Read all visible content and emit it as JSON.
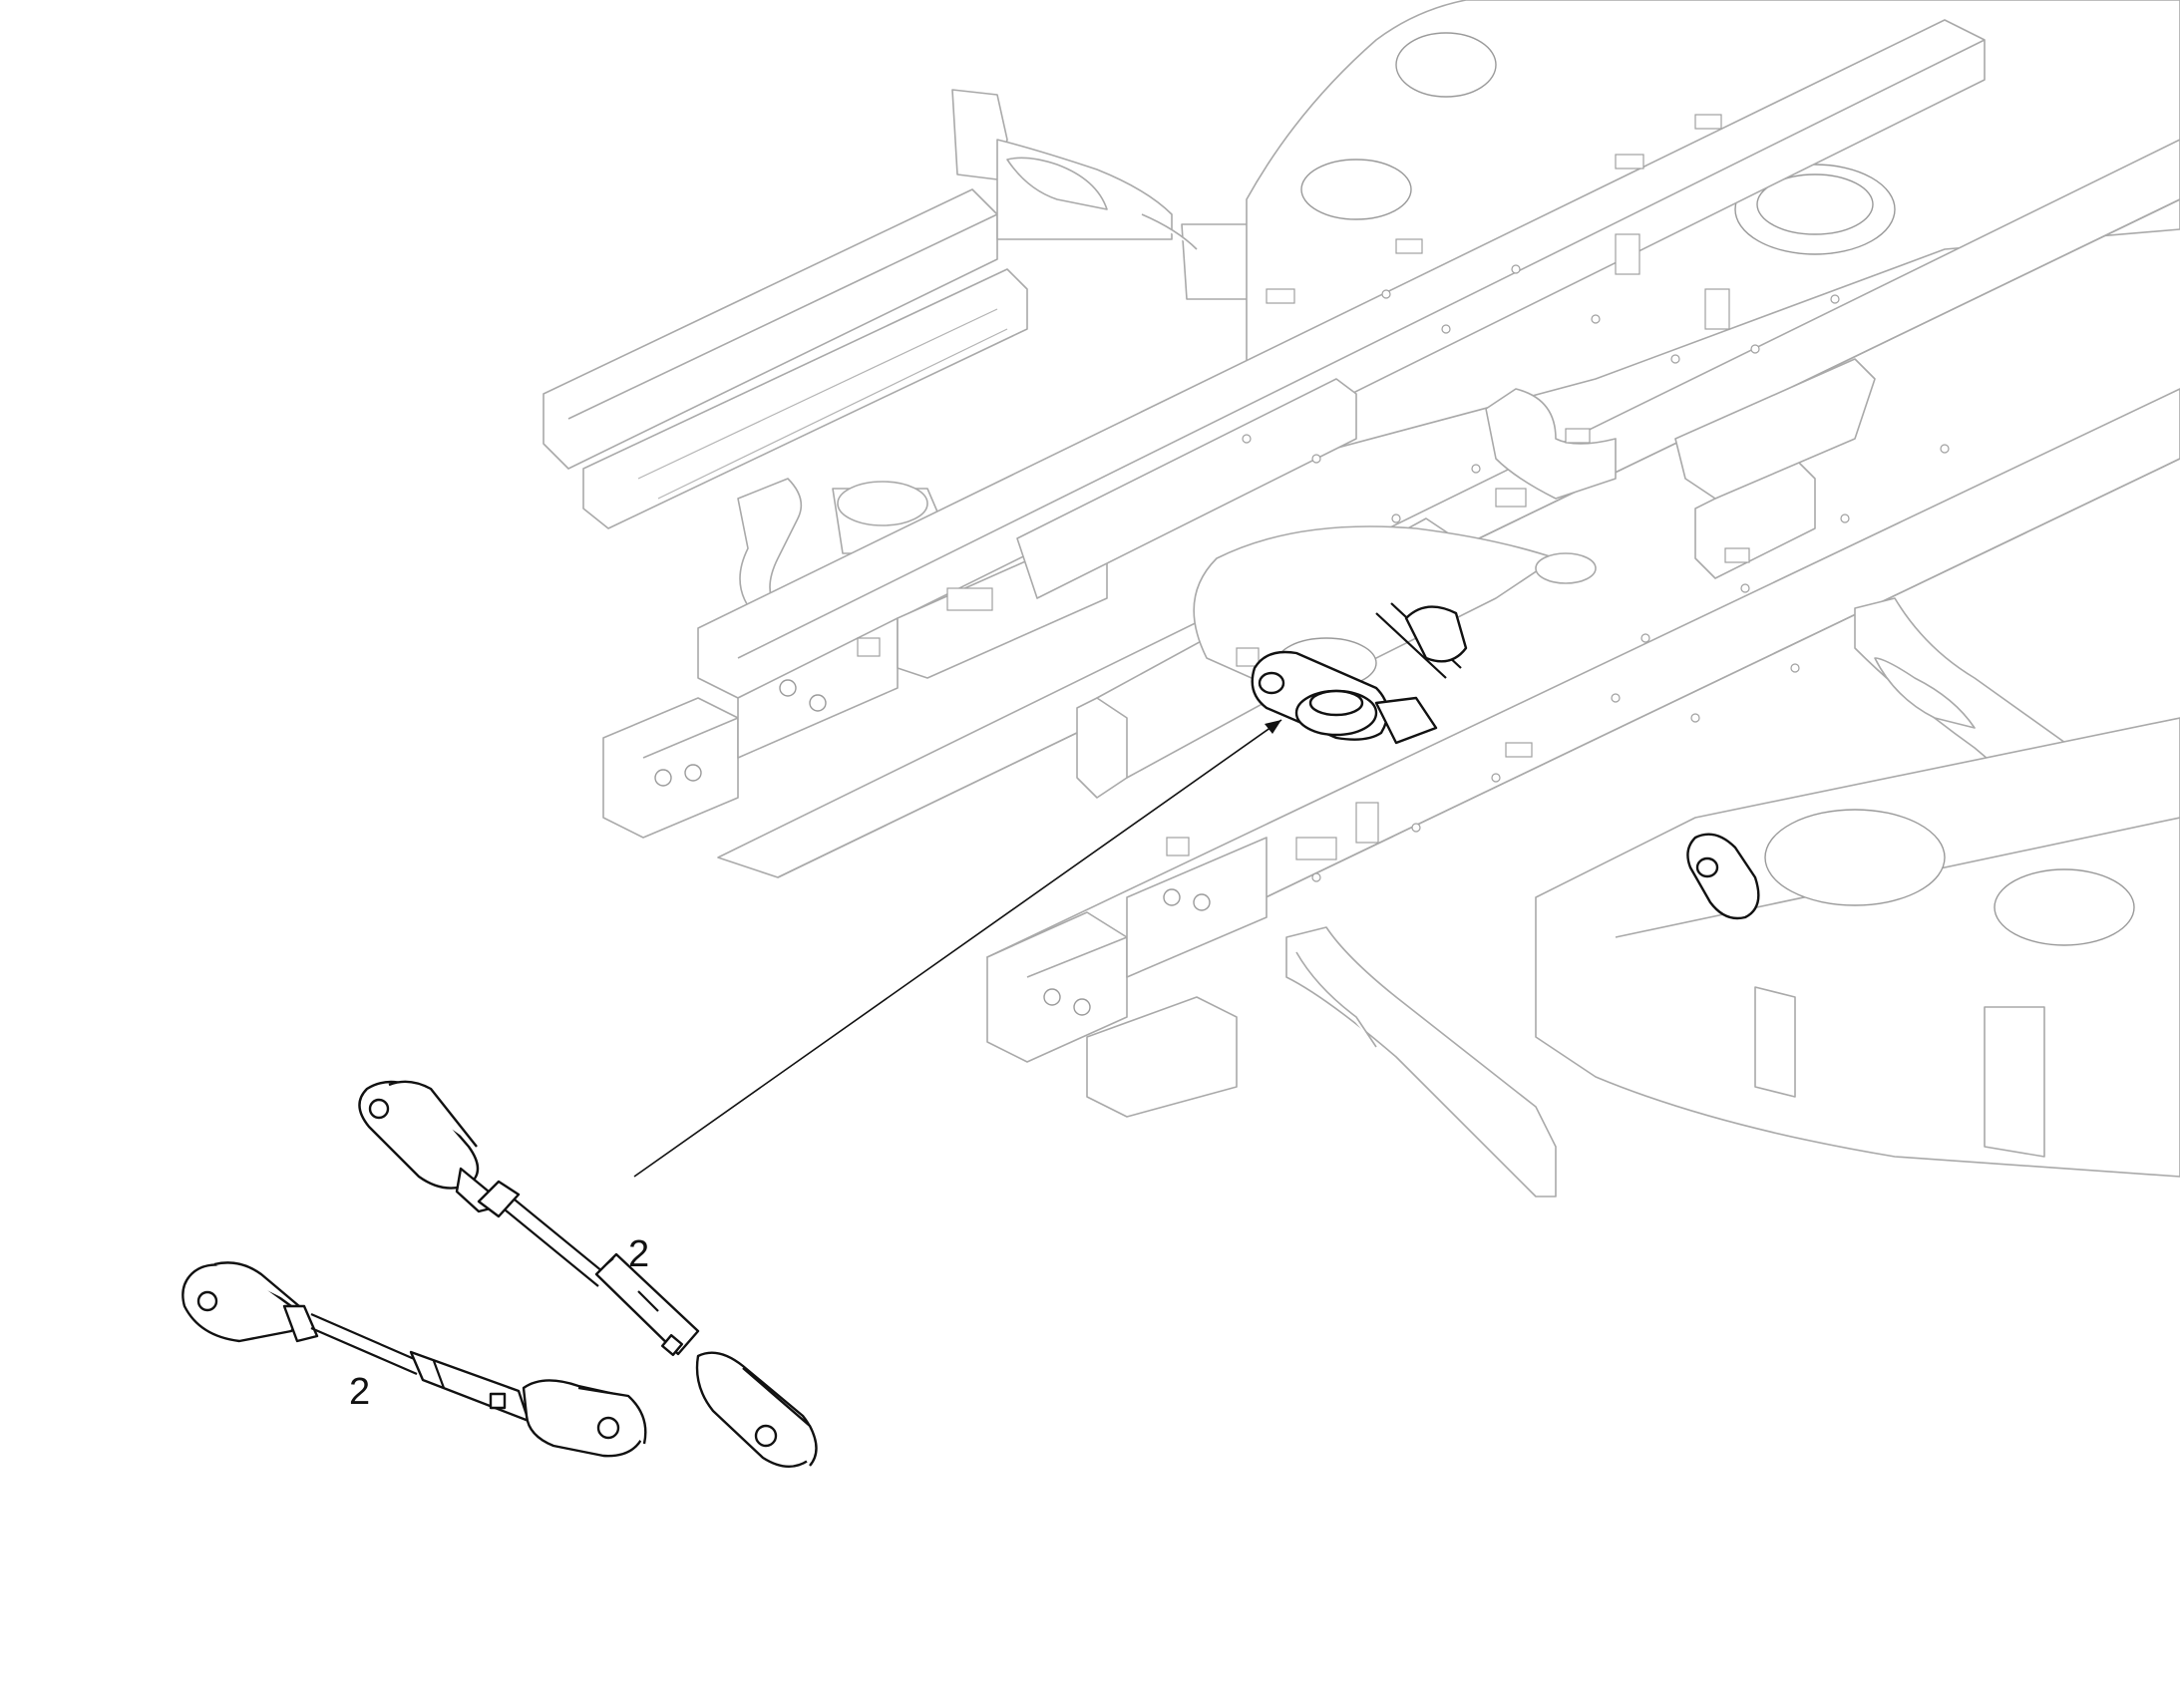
{
  "callouts": [
    {
      "id": "rod-upper",
      "label": "2"
    },
    {
      "id": "rod-lower",
      "label": "2"
    }
  ],
  "colors": {
    "background": "#ffffff",
    "frame_line": "#a9a9a9",
    "part_line": "#111111"
  }
}
